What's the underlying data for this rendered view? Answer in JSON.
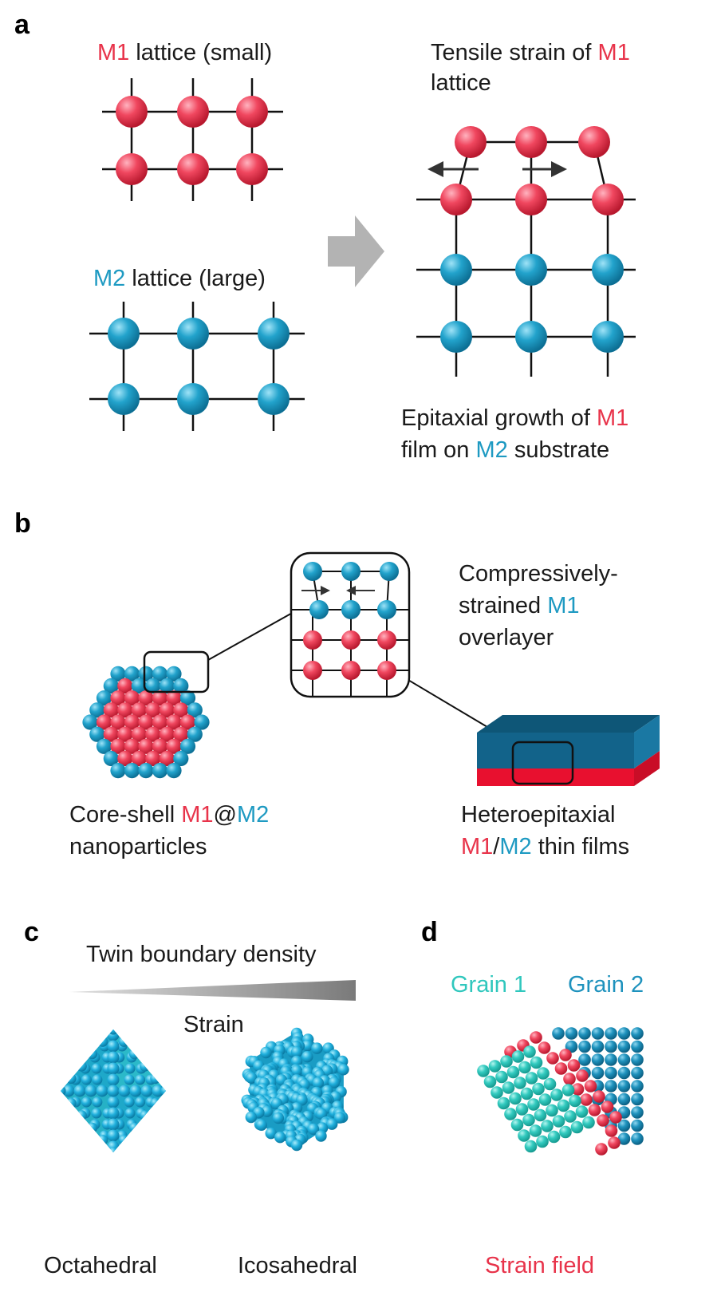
{
  "colors": {
    "m1": "#e8334a",
    "m2": "#1e9ac2",
    "grain1": "#2fc7bd",
    "grain2": "#1e92bd",
    "text": "#1a1a1a",
    "arrow": "#b3b3b3",
    "film_top": "#0f5a7c",
    "film_side": "#15698f",
    "film_bottom": "#e8102f"
  },
  "panel_a": {
    "letter": "a",
    "m1_title": {
      "m1": "M1",
      "rest": " lattice (small)"
    },
    "m2_title": {
      "m2": "M2",
      "rest": " lattice (large)"
    },
    "tensile": {
      "line1_pre": "Tensile strain of ",
      "m1": "M1",
      "line2": "lattice"
    },
    "epitaxial": {
      "line1_pre": "Epitaxial growth of ",
      "m1": "M1",
      "line2_pre": "film on ",
      "m2": "M2",
      "line2_post": " substrate"
    }
  },
  "panel_b": {
    "letter": "b",
    "compressive": {
      "line1": "Compressively-",
      "line2_pre": "strained ",
      "m1": "M1",
      "line3": "overlayer"
    },
    "coreshell": {
      "line1_pre": "Core-shell ",
      "m1": "M1",
      "at": "@",
      "m2": "M2",
      "line2": "nanoparticles"
    },
    "hetero": {
      "line1": "Heteroepitaxial",
      "m1": "M1",
      "slash": "/",
      "m2": "M2",
      "line2_post": " thin films"
    }
  },
  "panel_c": {
    "letter": "c",
    "twin_label": "Twin boundary density",
    "strain_label": "Strain",
    "octahedral": "Octahedral",
    "icosahedral": "Icosahedral"
  },
  "panel_d": {
    "letter": "d",
    "grain1": "Grain 1",
    "grain2": "Grain 2",
    "strain_field": "Strain field"
  }
}
